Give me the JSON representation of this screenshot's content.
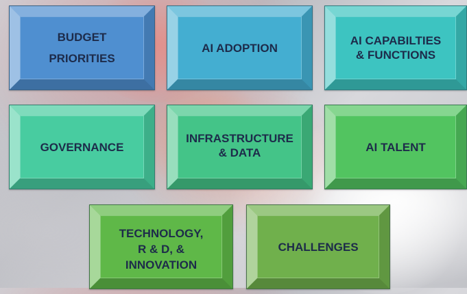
{
  "tiles": [
    {
      "label": "BUDGET\nPRIORITIES",
      "color": "#4f8fd0"
    },
    {
      "label": "AI ADOPTION",
      "color": "#44aed1"
    },
    {
      "label": "AI CAPABILTIES\n& FUNCTIONS",
      "color": "#3dc4c1"
    },
    {
      "label": "GOVERNANCE",
      "color": "#48cca0"
    },
    {
      "label": "INFRASTRUCTURE\n& DATA",
      "color": "#44c488"
    },
    {
      "label": "AI TALENT",
      "color": "#52c460"
    },
    {
      "label": "TECHNOLOGY,\nR & D, &\nINNOVATION",
      "color": "#5fb848"
    },
    {
      "label": "CHALLENGES",
      "color": "#70b04c"
    }
  ]
}
